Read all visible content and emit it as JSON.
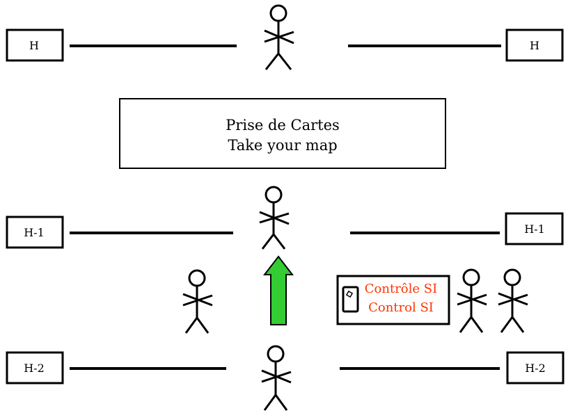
{
  "markers": {
    "h": "H",
    "h_minus_1": "H-1",
    "h_minus_2": "H-2"
  },
  "map_box": {
    "line1": "Prise de Cartes",
    "line2": "Take your map"
  },
  "control_box": {
    "line1": "Contrôle SI",
    "line2": "Control SI"
  },
  "colors": {
    "arrow_fill": "#33cc33",
    "control_text": "#ff3300",
    "stroke": "#000000"
  },
  "icons": {
    "person": "stick-figure-icon",
    "si_card": "si-card-icon",
    "arrow": "up-arrow-icon"
  }
}
